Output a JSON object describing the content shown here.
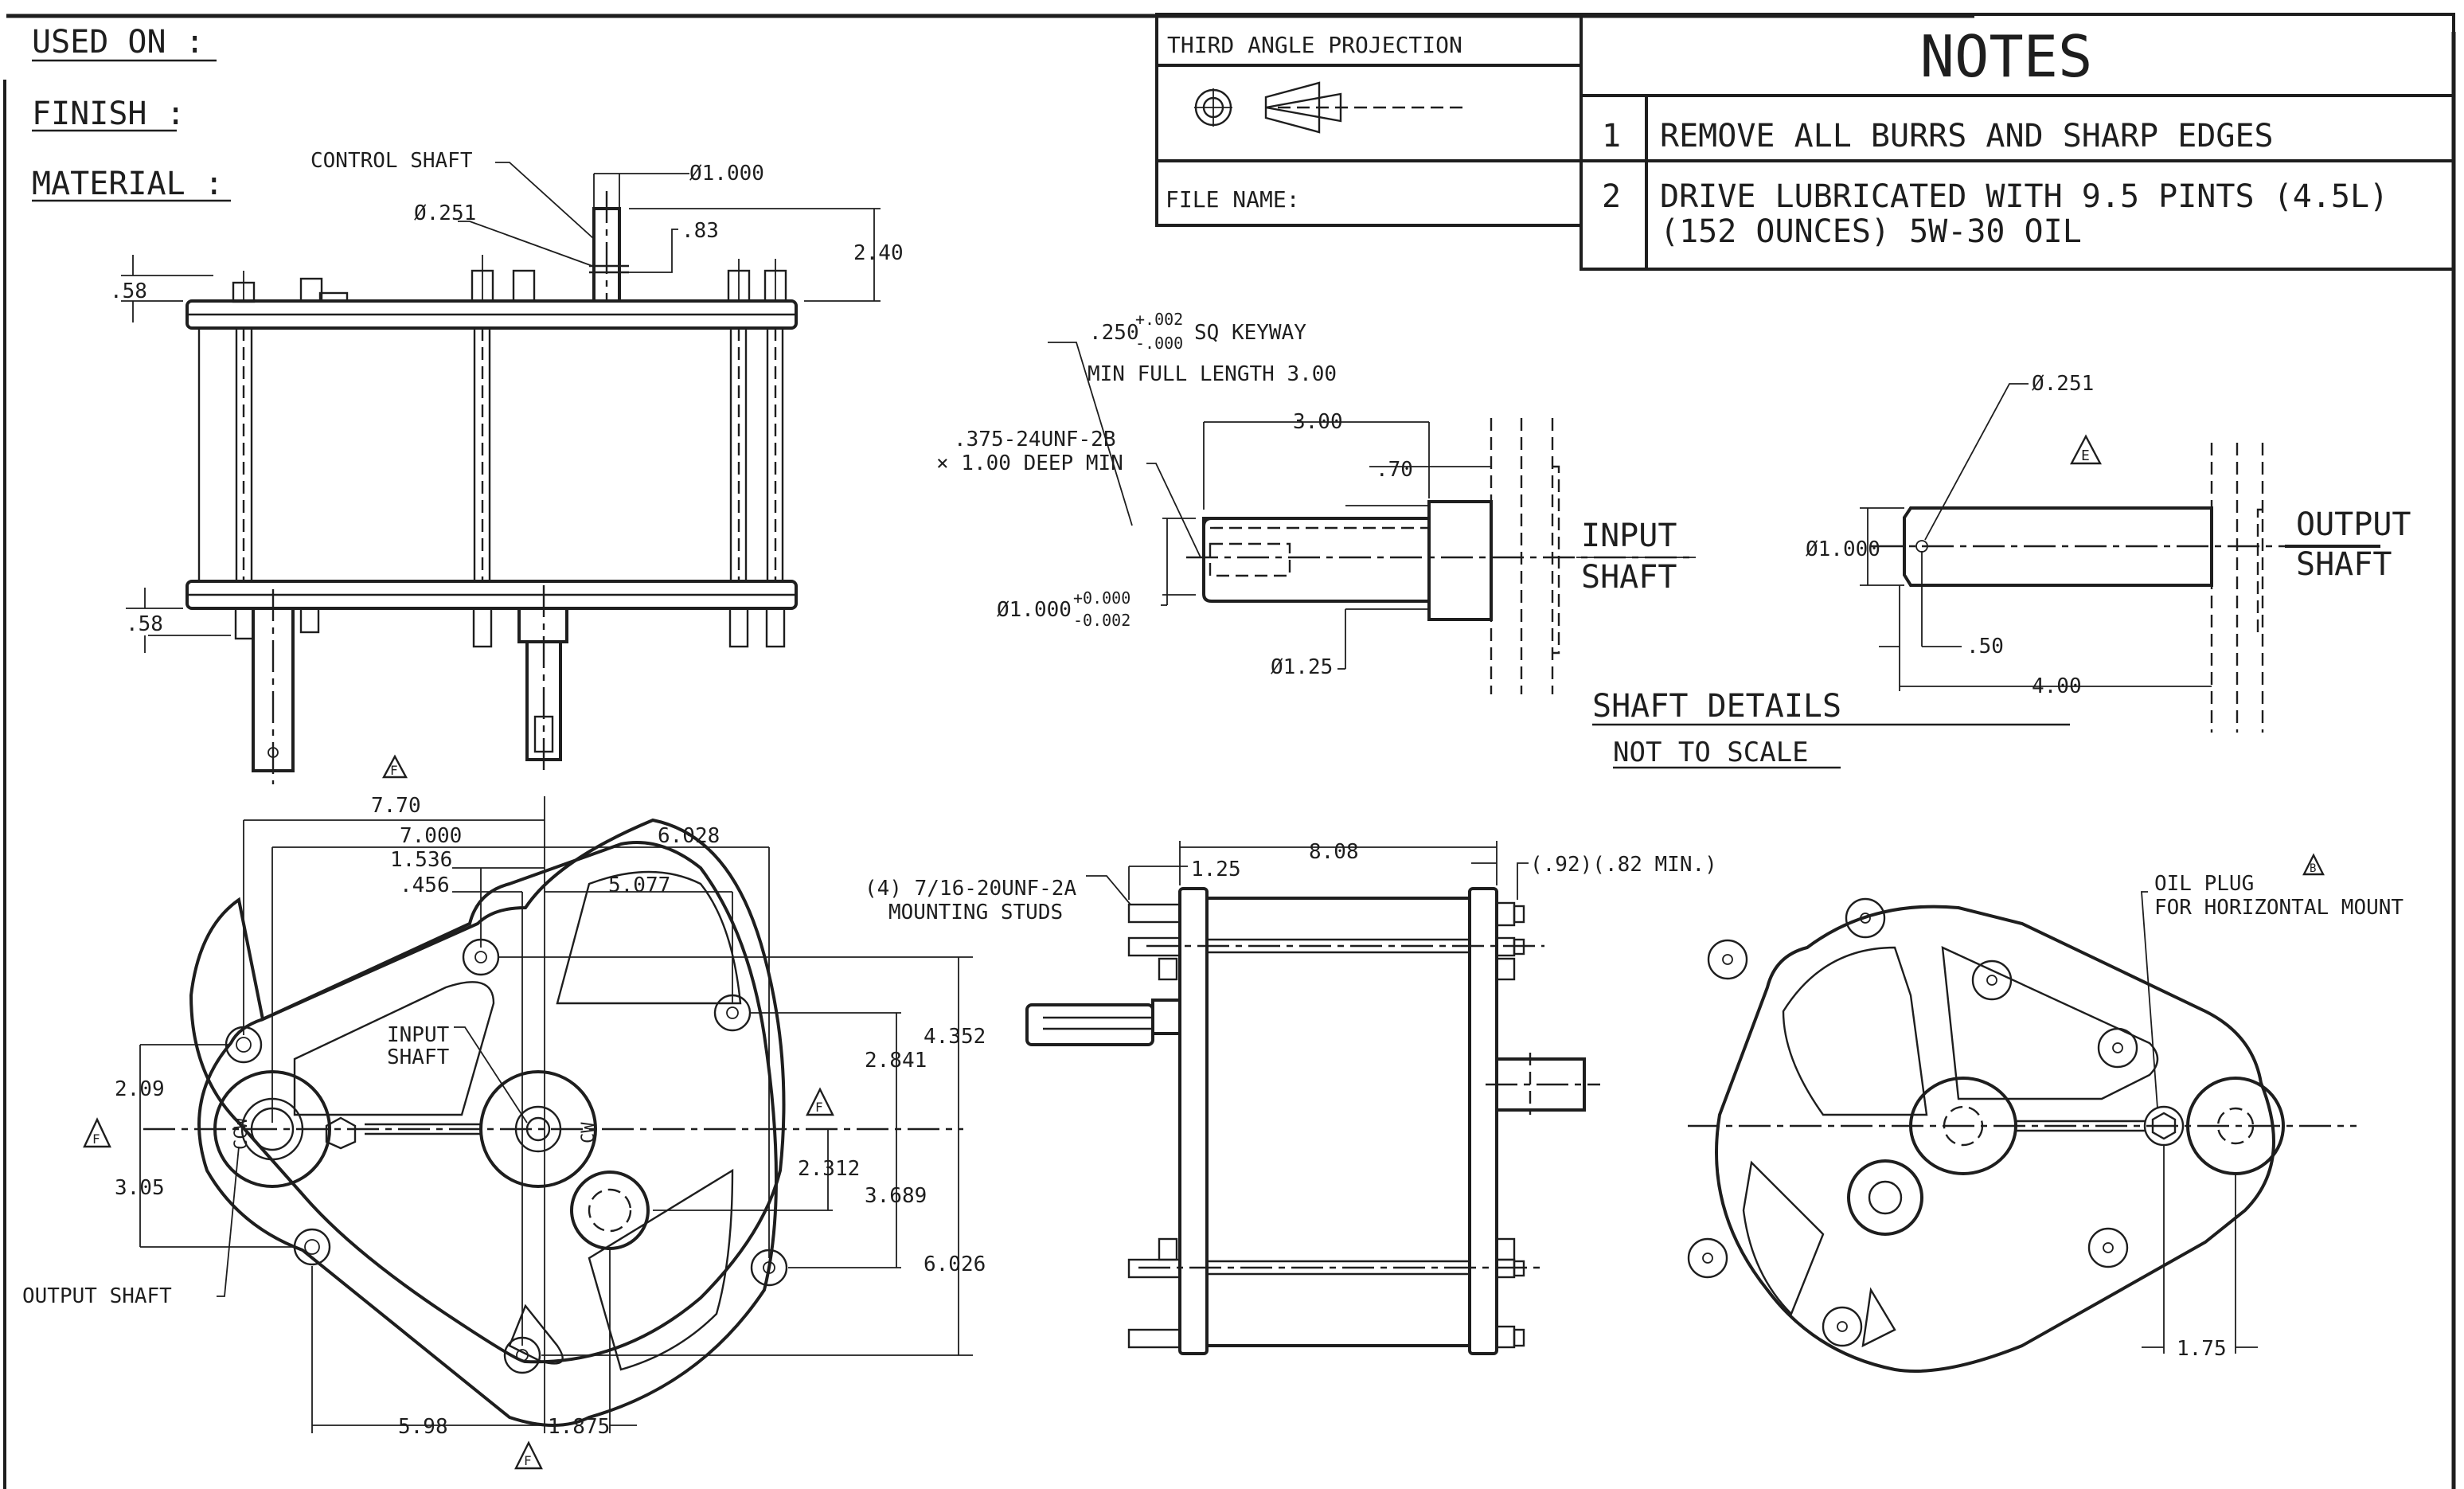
{
  "header": {
    "used_on_label": "USED ON :",
    "finish_label": "FINISH :",
    "material_label": "MATERIAL :"
  },
  "title_block": {
    "projection_label": "THIRD ANGLE PROJECTION",
    "file_name_label": "FILE NAME:",
    "notes_title": "NOTES",
    "notes": [
      {
        "number": "1",
        "lines": [
          "REMOVE ALL BURRS AND SHARP EDGES"
        ]
      },
      {
        "number": "2",
        "lines": [
          "DRIVE LUBRICATED WITH 9.5 PINTS (4.5L)",
          "(152 OUNCES)  5W-30 OIL"
        ]
      }
    ]
  },
  "top_view": {
    "control_shaft_label": "CONTROL SHAFT",
    "dia_1000": "Ø1.000",
    "dia_251": "Ø.251",
    "dim_83": ".83",
    "dim_240": "2.40",
    "dim_58_top": ".58",
    "dim_58_bottom": ".58",
    "revision_marker": "F"
  },
  "shaft_details": {
    "keyway_base": ".250",
    "keyway_tol_plus": "+.002",
    "keyway_tol_minus": "-.000",
    "keyway_suffix": "SQ KEYWAY",
    "keyway_min_length": "MIN FULL LENGTH 3.00",
    "thread_line1": ".375-24UNF-2B",
    "thread_line2": "× 1.00 DEEP MIN",
    "dim_300": "3.00",
    "dim_70": ".70",
    "dia_input_base": "Ø1.000",
    "dia_input_tol_plus": "+0.000",
    "dia_input_tol_minus": "-0.002",
    "dia_125": "Ø1.25",
    "input_label_1": "INPUT",
    "input_label_2": "SHAFT",
    "dia_251": "Ø.251",
    "revision_marker": "E",
    "dia_output": "Ø1.000",
    "dim_50": ".50",
    "dim_400": "4.00",
    "output_label_1": "OUTPUT",
    "output_label_2": "SHAFT",
    "section_title": "SHAFT DETAILS",
    "section_subtitle": "NOT TO SCALE"
  },
  "front_view": {
    "dim_770": "7.70",
    "dim_7000": "7.000",
    "dim_6028": "6.028",
    "dim_1536": "1.536",
    "dim_456": ".456",
    "dim_5077": "5.077",
    "dim_4352": "4.352",
    "dim_2841": "2.841",
    "dim_2312": "2.312",
    "dim_3689": "3.689",
    "dim_6026": "6.026",
    "dim_209": "2.09",
    "dim_305": "3.05",
    "dim_598": "5.98",
    "dim_1875": "1.875",
    "input_shaft_label_1": "INPUT",
    "input_shaft_label_2": "SHAFT",
    "output_shaft_label": "OUTPUT SHAFT",
    "ccw_label": "CCW",
    "cw_label": "CW",
    "revision_marker": "F"
  },
  "side_view": {
    "studs_line1": "(4) 7/16-20UNF-2A",
    "studs_line2": "MOUNTING STUDS",
    "dim_808": "8.08",
    "dim_125": "1.25",
    "dim_92": "(.92)(.82 MIN.)"
  },
  "rear_view": {
    "oil_plug_line1": "OIL PLUG",
    "oil_plug_line2": "FOR HORIZONTAL MOUNT",
    "dim_175": "1.75",
    "revision_marker": "B"
  }
}
